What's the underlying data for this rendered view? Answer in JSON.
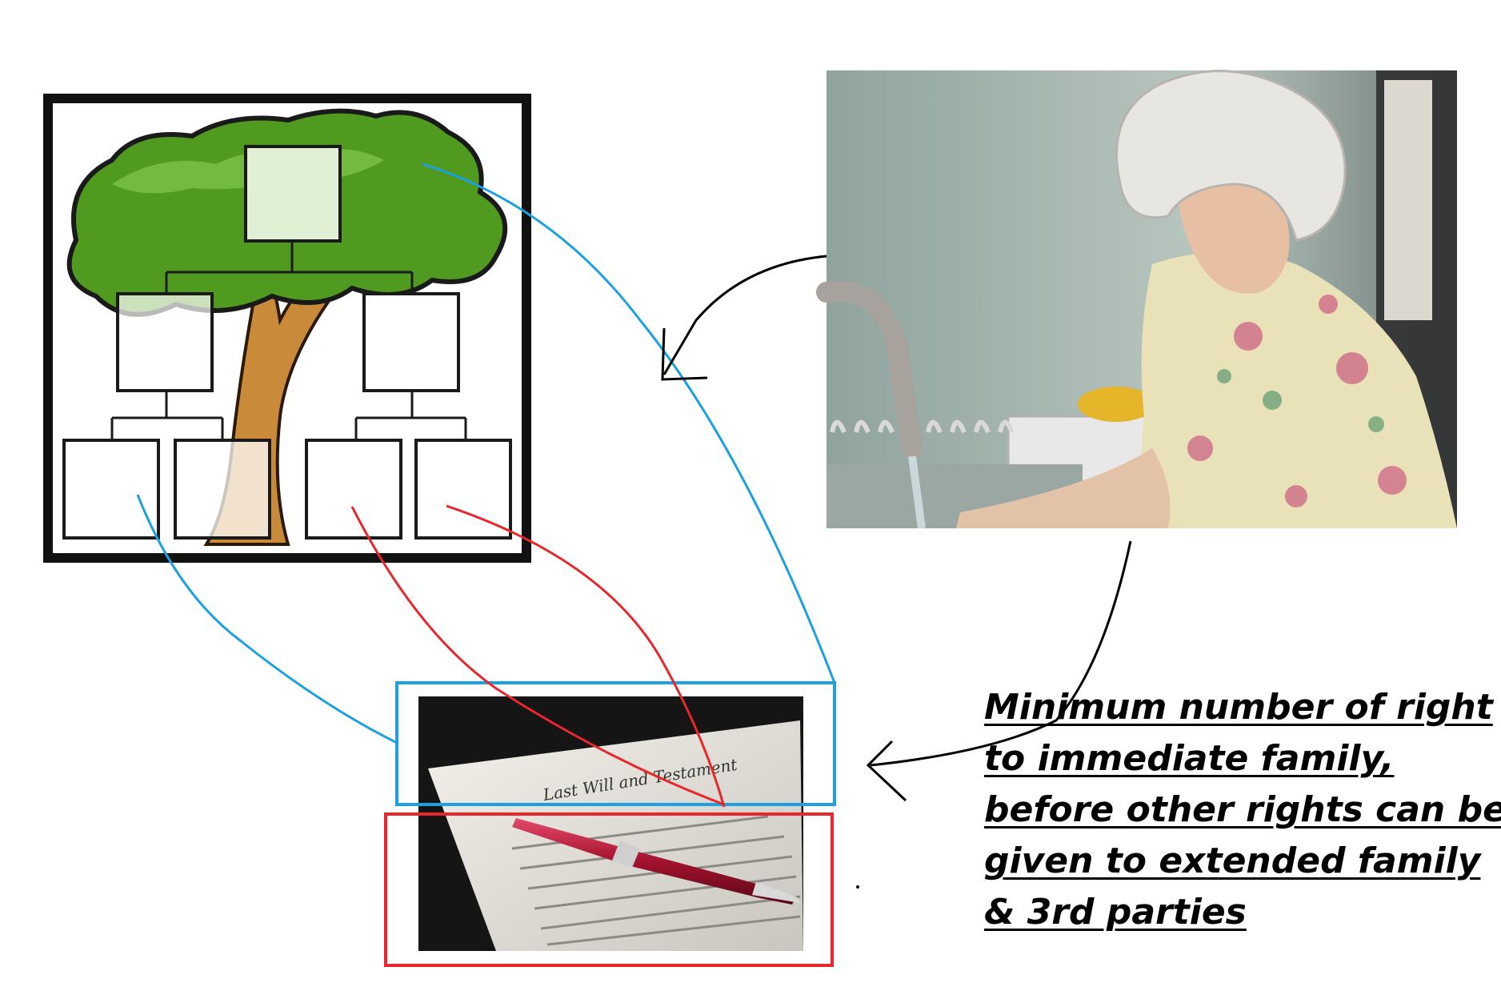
{
  "caption": {
    "lines": [
      "Minimum number of right",
      "to immediate family,",
      "before other rights can be",
      "given to extended family",
      "& 3rd parties"
    ]
  },
  "will_document": {
    "title": "Last Will and Testament"
  },
  "colors": {
    "blue_connector": "#1ba1e2",
    "red_connector": "#e8262b",
    "black_arrow": "#000000",
    "tree_foliage": "#4f9a1f",
    "tree_trunk": "#c98a3a",
    "frame": "#111111"
  },
  "icons": {
    "family_tree": "family-tree-clipart",
    "elderly_woman": "photo-elderly-woman-at-sink",
    "will_document": "photo-last-will-with-pen"
  }
}
